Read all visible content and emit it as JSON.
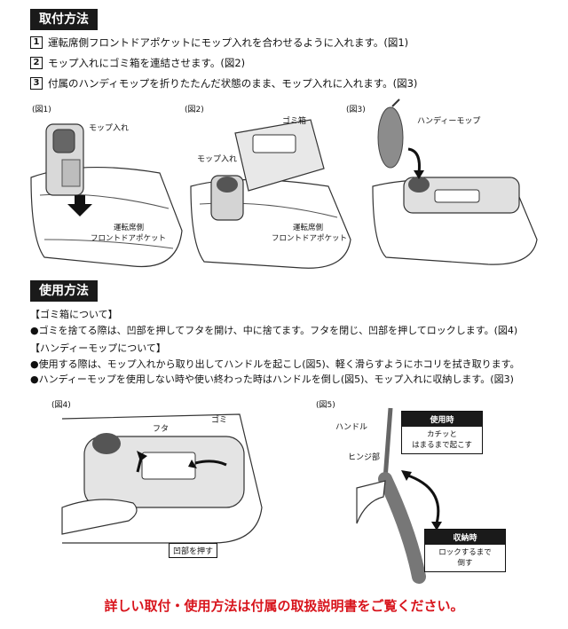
{
  "install": {
    "heading": "取付方法",
    "steps": [
      {
        "num": "1",
        "text": "運転席側フロントドアポケットにモップ入れを合わせるように入れます。(図1)"
      },
      {
        "num": "2",
        "text": "モップ入れにゴミ箱を連結させます。(図2)"
      },
      {
        "num": "3",
        "text": "付属のハンディモップを折りたたんだ状態のまま、モップ入れに入れます。(図3)"
      }
    ],
    "fig1": {
      "label": "(図1)",
      "mop_case": "モップ入れ",
      "pocket_line1": "運転席側",
      "pocket_line2": "フロントドアポケット"
    },
    "fig2": {
      "label": "(図2)",
      "trash": "ゴミ箱",
      "mop_case": "モップ入れ",
      "pocket_line1": "運転席側",
      "pocket_line2": "フロントドアポケット"
    },
    "fig3": {
      "label": "(図3)",
      "mop": "ハンディーモップ"
    }
  },
  "usage": {
    "heading": "使用方法",
    "trash_title": "【ゴミ箱について】",
    "trash_text": "●ゴミを捨てる際は、凹部を押してフタを開け、中に捨てます。フタを閉じ、凹部を押してロックします。(図4)",
    "mop_title": "【ハンディーモップについて】",
    "mop_text1": "●使用する際は、モップ入れから取り出してハンドルを起こし(図5)、軽く滑らすようにホコリを拭き取ります。",
    "mop_text2": "●ハンディーモップを使用しない時や使い終わった時はハンドルを倒し(図5)、モップ入れに収納します。(図3)",
    "fig4": {
      "label": "(図4)",
      "lid": "フタ",
      "trash": "ゴミ",
      "press": "凹部を押す"
    },
    "fig5": {
      "label": "(図5)",
      "handle": "ハンドル",
      "hinge": "ヒンジ部",
      "use_head": "使用時",
      "use_line1": "カチッと",
      "use_line2": "はまるまで起こす",
      "store_head": "収納時",
      "store_line1": "ロックするまで",
      "store_line2": "倒す"
    }
  },
  "footer": "詳しい取付・使用方法は付属の取扱説明書をご覧ください。",
  "colors": {
    "footer": "#d8141c",
    "tag": "#1a1a1a",
    "gray": "#9a9a9a"
  }
}
